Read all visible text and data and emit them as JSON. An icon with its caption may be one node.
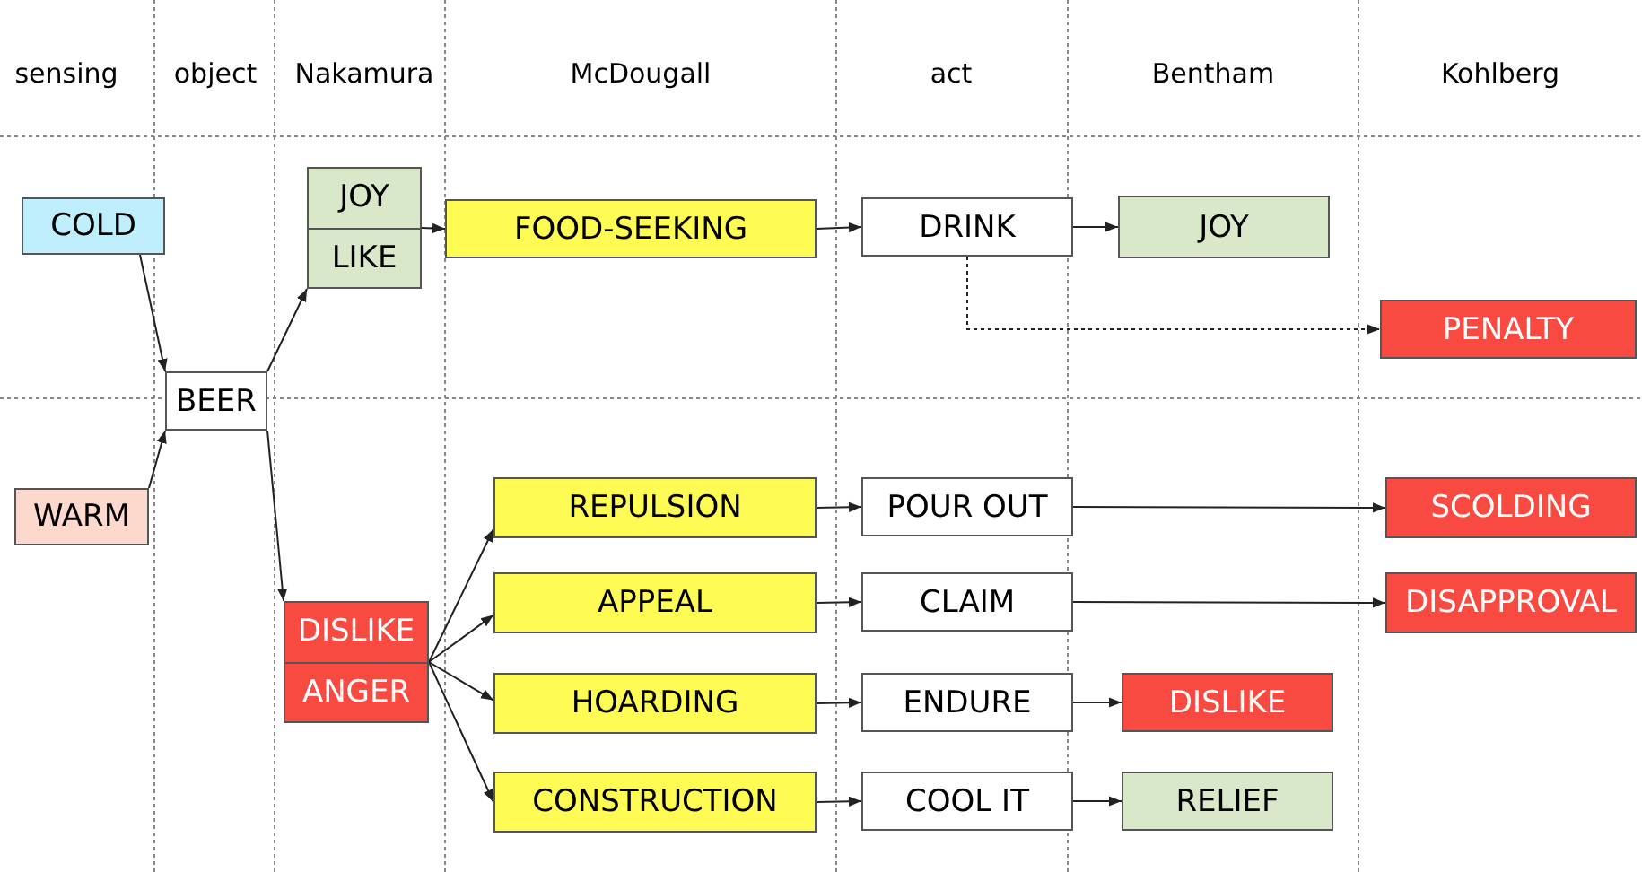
{
  "diagram": {
    "nodes": [
      {
        "text": [
          "COLD"
        ]
      },
      {
        "text": [
          "WARM"
        ]
      },
      {
        "text": [
          "BEER"
        ]
      },
      {
        "text": [
          "JOY",
          "LIKE"
        ]
      },
      {
        "text": [
          "FOOD-SEEKING"
        ]
      },
      {
        "text": [
          "DRINK"
        ]
      },
      {
        "text": [
          "JOY"
        ]
      },
      {
        "text": [
          "PENALTY"
        ]
      },
      {
        "text": [
          "DISLIKE",
          "ANGER"
        ]
      },
      {
        "text": [
          "REPULSION"
        ]
      },
      {
        "text": [
          "APPEAL"
        ]
      },
      {
        "text": [
          "HOARDING"
        ]
      },
      {
        "text": [
          "CONSTRUCTION"
        ]
      },
      {
        "text": [
          "POUR OUT"
        ]
      },
      {
        "text": [
          "CLAIM"
        ]
      },
      {
        "text": [
          "ENDURE"
        ]
      },
      {
        "text": [
          "COOL IT"
        ]
      },
      {
        "text": [
          "SCOLDING"
        ]
      },
      {
        "text": [
          "DISAPPROVAL"
        ]
      },
      {
        "text": [
          "DISLIKE"
        ]
      },
      {
        "text": [
          "RELIEF"
        ]
      }
    ],
    "edges": [
      {
        "from": 0,
        "to": 2,
        "arrow": "to"
      },
      {
        "from": 1,
        "to": 2,
        "arrow": "to"
      },
      {
        "from": 2,
        "to": 3,
        "arrow": "to"
      },
      {
        "from": 2,
        "to": 8,
        "arrow": "to"
      },
      {
        "from": 3,
        "to": 4,
        "arrow": "to"
      },
      {
        "from": 4,
        "to": 5,
        "arrow": "to"
      },
      {
        "from": 5,
        "to": 6,
        "arrow": "to"
      },
      {
        "from": 5,
        "to": 7,
        "arrow": "to",
        "style": "dashed"
      },
      {
        "from": 8,
        "to": 9,
        "arrow": "to"
      },
      {
        "from": 8,
        "to": 10,
        "arrow": "to"
      },
      {
        "from": 8,
        "to": 11,
        "arrow": "to"
      },
      {
        "from": 8,
        "to": 12,
        "arrow": "to"
      },
      {
        "from": 9,
        "to": 13,
        "arrow": "to"
      },
      {
        "from": 10,
        "to": 14,
        "arrow": "to"
      },
      {
        "from": 11,
        "to": 15,
        "arrow": "to"
      },
      {
        "from": 12,
        "to": 16,
        "arrow": "to"
      },
      {
        "from": 13,
        "to": 17,
        "arrow": "to"
      },
      {
        "from": 14,
        "to": 18,
        "arrow": "to"
      },
      {
        "from": 15,
        "to": 19,
        "arrow": "to"
      },
      {
        "from": 16,
        "to": 20,
        "arrow": "to"
      }
    ],
    "labels": [
      "sensing",
      "object",
      "Nakamura",
      "McDougall",
      "act",
      "Bentham",
      "Kohlberg"
    ]
  }
}
